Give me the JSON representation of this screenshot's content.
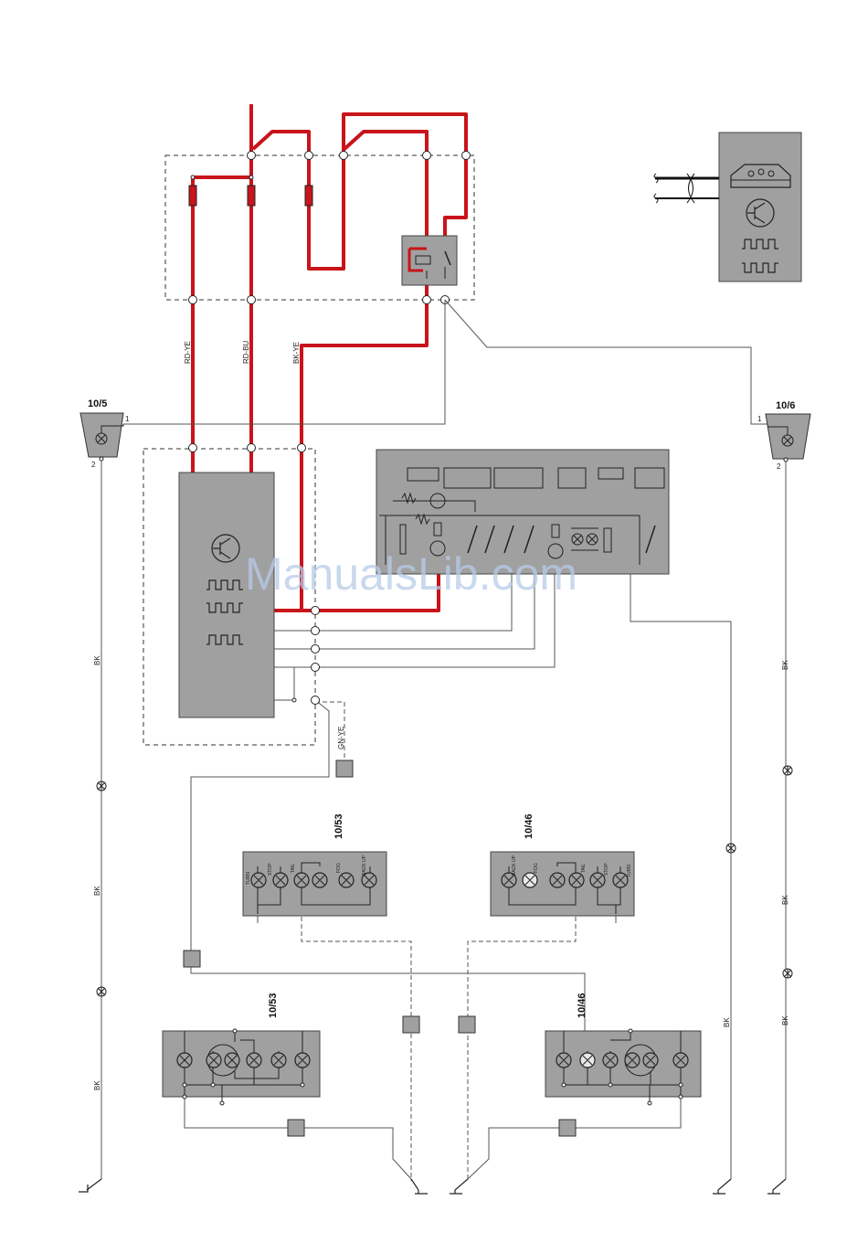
{
  "colors": {
    "power_wire": "#c8141a",
    "signal_wire": "#555555",
    "module_fill": "#a0a0a0",
    "dashed_box": "#333333",
    "watermark": "#b7cbe8"
  },
  "wire_labels": {
    "rd_ye": "RD-YE",
    "rd_bu": "RD-BU",
    "bk_ye": "BK-YE",
    "gn_ye": "GN-YE",
    "bk": "BK"
  },
  "connectors": {
    "left_ref": "10/5",
    "right_ref": "10/6",
    "pin1": "1",
    "pin2": "2"
  },
  "lamp_clusters": {
    "upper_left_ref": "10/53",
    "upper_right_ref": "10/46",
    "lower_left_ref": "10/53",
    "lower_right_ref": "10/46",
    "upper_left_labels": [
      "TURN",
      "STOP",
      "TAIL",
      "FOG",
      "BACK UP"
    ],
    "upper_right_labels": [
      "BACK UP",
      "FOG",
      "TAIL",
      "STOP",
      "TURN"
    ]
  },
  "watermark": "ManualsLib.com"
}
